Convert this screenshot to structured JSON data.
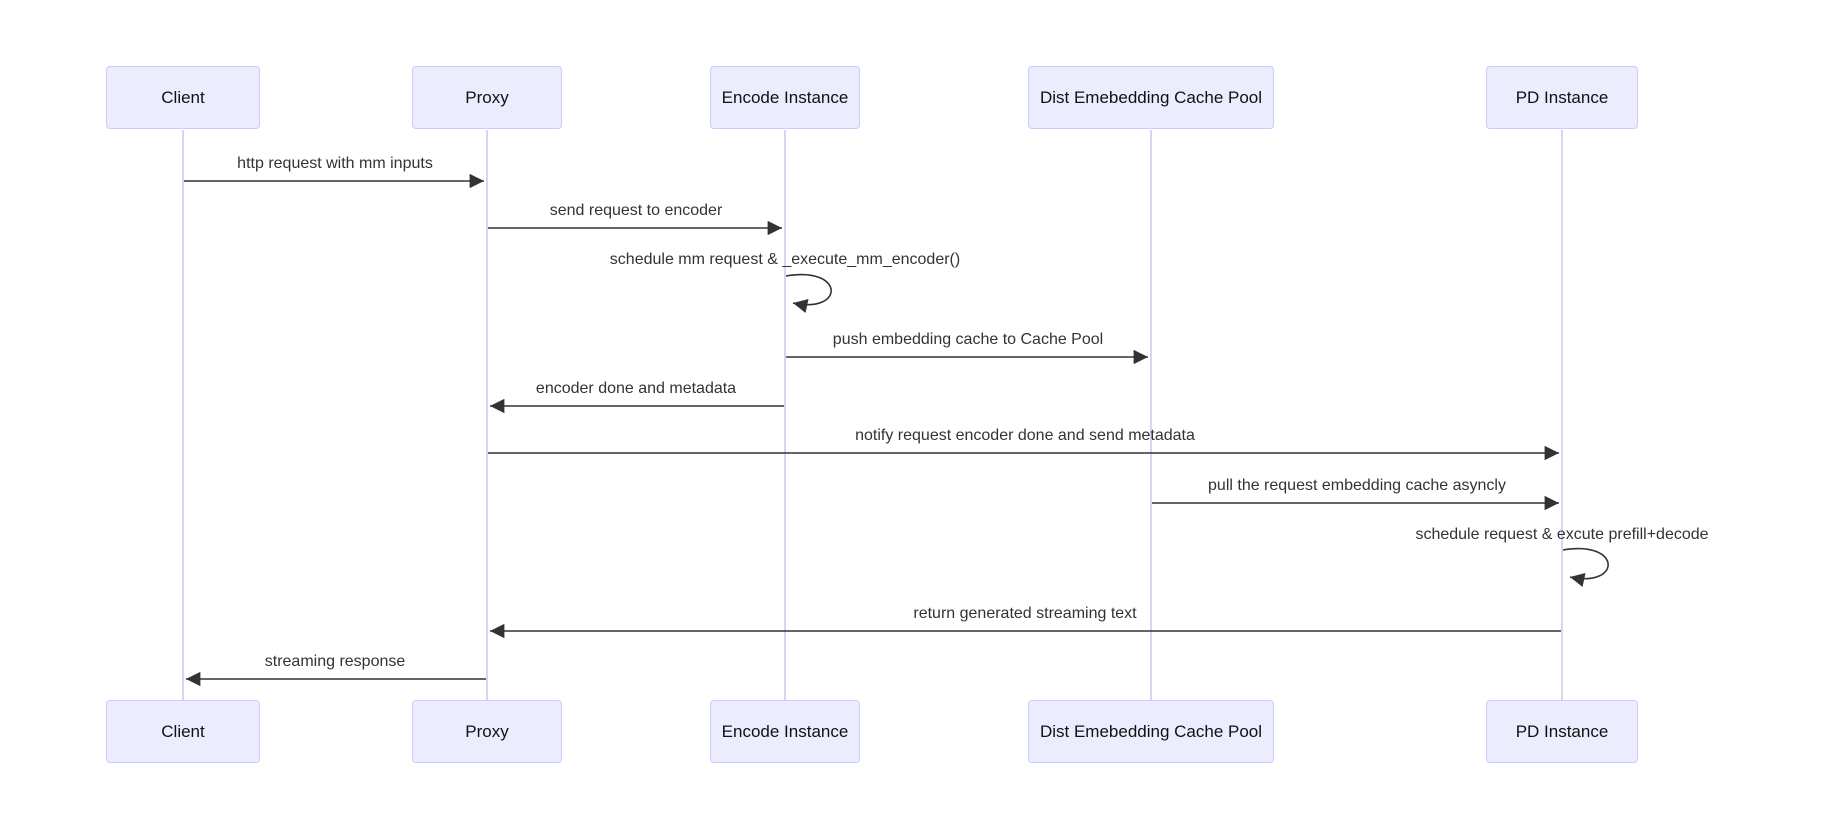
{
  "diagram": {
    "type": "sequence-diagram",
    "background": "#ffffff"
  },
  "colors": {
    "actor_fill": "#ececff",
    "actor_border": "#ccccff",
    "lifeline": "#ccccf2",
    "arrow": "#333333",
    "message_text": "#333333",
    "actor_text": "#111111"
  },
  "participants": [
    {
      "id": "client",
      "name": "Client"
    },
    {
      "id": "proxy",
      "name": "Proxy"
    },
    {
      "id": "encode",
      "name": "Encode Instance"
    },
    {
      "id": "cachepool",
      "name": "Dist Emebedding Cache Pool"
    },
    {
      "id": "pd",
      "name": "PD Instance"
    }
  ],
  "messages": [
    {
      "from": "Client",
      "to": "Proxy",
      "label": "http request with mm inputs",
      "type": "solid-arrow"
    },
    {
      "from": "Proxy",
      "to": "Encode Instance",
      "label": "send request to encoder",
      "type": "solid-arrow"
    },
    {
      "from": "Encode Instance",
      "to": "Encode Instance",
      "label": "schedule mm request & _execute_mm_encoder()",
      "type": "self-loop"
    },
    {
      "from": "Encode Instance",
      "to": "Dist Emebedding Cache Pool",
      "label": "push embedding cache to Cache Pool",
      "type": "solid-arrow"
    },
    {
      "from": "Encode Instance",
      "to": "Proxy",
      "label": "encoder done and metadata",
      "type": "solid-arrow"
    },
    {
      "from": "Proxy",
      "to": "PD Instance",
      "label": "notify request encoder done and send metadata",
      "type": "solid-arrow"
    },
    {
      "from": "Dist Emebedding Cache Pool",
      "to": "PD Instance",
      "label": "pull the request embedding cache asyncly",
      "type": "solid-arrow"
    },
    {
      "from": "PD Instance",
      "to": "PD Instance",
      "label": "schedule request & excute prefill+decode",
      "type": "self-loop"
    },
    {
      "from": "PD Instance",
      "to": "Proxy",
      "label": "return generated streaming text",
      "type": "solid-arrow"
    },
    {
      "from": "Proxy",
      "to": "Client",
      "label": "streaming response",
      "type": "solid-arrow"
    }
  ]
}
